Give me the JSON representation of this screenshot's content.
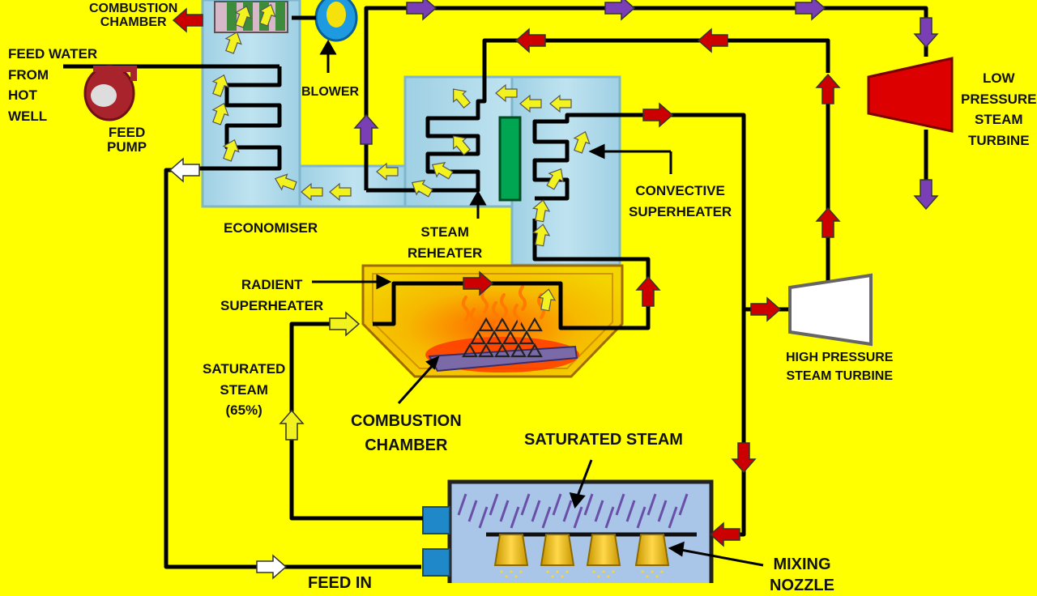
{
  "labels": {
    "top_combustion_chamber": "COMBUSTION\nCHAMBER",
    "feed_water": "FEED WATER\nFROM\nHOT\nWELL",
    "feed_pump": "FEED\nPUMP",
    "blower": "BLOWER",
    "economiser": "ECONOMISER",
    "steam_reheater": "STEAM\nREHEATER",
    "convective_superheater": "CONVECTIVE\nSUPERHEATER",
    "low_pressure_turbine": "LOW\nPRESSURE\nSTEAM\nTURBINE",
    "radiant_superheater": "RADIENT\nSUPERHEATER",
    "high_pressure_turbine": "HIGH PRESSURE\nSTEAM TURBINE",
    "saturated_steam_pct": "SATURATED\nSTEAM\n(65%)",
    "combustion_chamber": "COMBUSTION\nCHAMBER",
    "saturated_steam": "SATURATED STEAM",
    "mixing_nozzle": "MIXING\nNOZZLE",
    "feed_in": "FEED IN"
  },
  "colors": {
    "background": "#ffff00",
    "duct": "#add8e6",
    "pipe": "#000000",
    "flow_arrow_red": "#cc0000",
    "flow_arrow_purple": "#7b3fb5",
    "flue_arrow_yellow": "#f2f21e",
    "lp_turbine": "#dd0000",
    "hp_turbine": "#ffffff",
    "reheater_drum": "#00a651",
    "furnace": "#f6c200",
    "blower": "#1e9be0",
    "feed_pump": "#a8232b",
    "nozzle": "#f0c400",
    "drum_port": "#1e88c8"
  }
}
